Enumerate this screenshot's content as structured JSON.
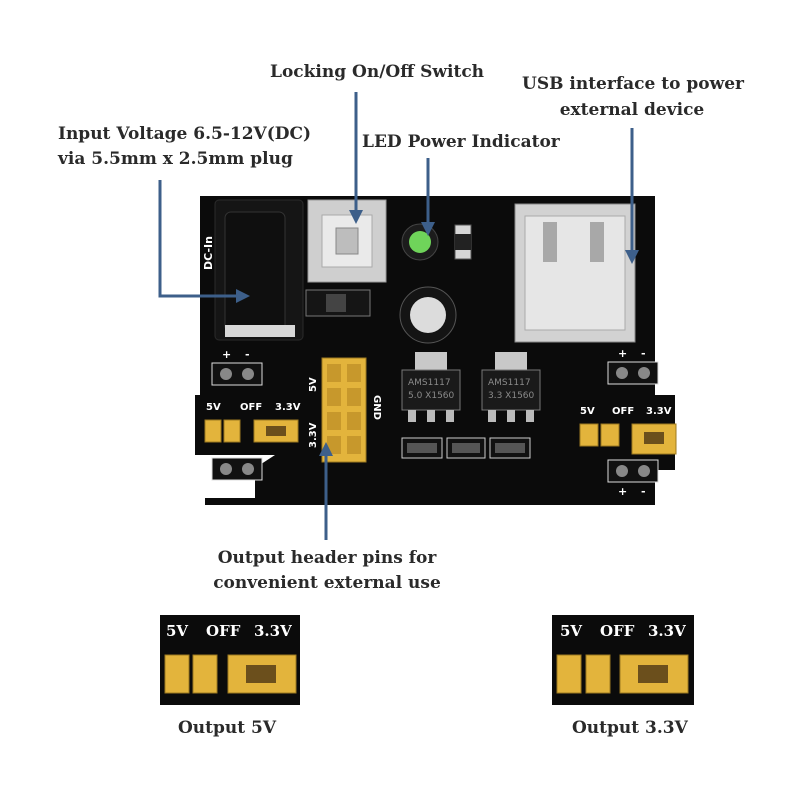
{
  "callouts": {
    "locking_switch": "Locking On/Off Switch",
    "usb_line1": "USB interface to power",
    "usb_line2": "external device",
    "input_line1": "Input Voltage 6.5-12V(DC)",
    "input_line2": "via 5.5mm x 2.5mm plug",
    "led": "LED Power Indicator",
    "header_line1": "Output header pins for",
    "header_line2": "convenient external use"
  },
  "board_silkscreen": {
    "dc_in": "DC-In",
    "plus": "+",
    "minus": "-",
    "five_v": "5V",
    "off": "OFF",
    "three_v": "3.3V",
    "gnd": "GND",
    "regulator_left_line1": "AMS1117",
    "regulator_left_line2": "5.0 X1560",
    "regulator_right_line1": "AMS1117",
    "regulator_right_line2": "3.3 X1560"
  },
  "jumper_panels": [
    {
      "label_5v": "5V",
      "label_off": "OFF",
      "label_33v": "3.3V",
      "caption": "Output 5V",
      "selected": "5V"
    },
    {
      "label_5v": "5V",
      "label_off": "OFF",
      "label_33v": "3.3V",
      "caption": "Output 3.3V",
      "selected": "3.3V"
    }
  ],
  "colors": {
    "pcb": "#0b0b0b",
    "callout_line": "#3d5f8a",
    "jumper_yellow": "#e3b43c",
    "led_green": "#6fd45a",
    "silkscreen": "#ffffff"
  }
}
